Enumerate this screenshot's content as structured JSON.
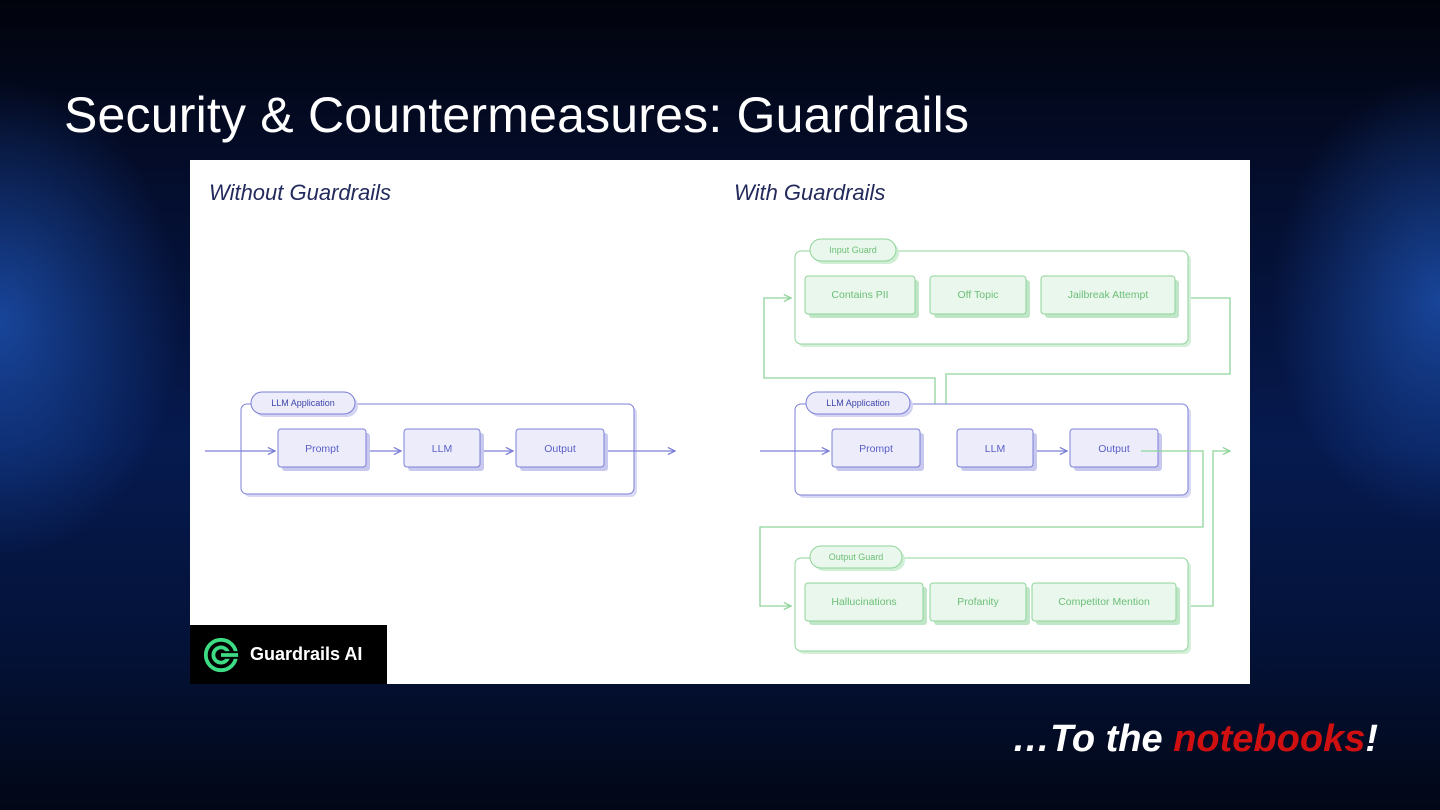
{
  "slide": {
    "title": "Security & Countermeasures: Guardrails",
    "footer": {
      "prefix": "…To the ",
      "highlight": "notebooks",
      "suffix": "!"
    }
  },
  "colors": {
    "app": "#7c7fd6",
    "app_fill": "#ececfb",
    "app_text": "#5a5fc8",
    "guard": "#8fd49a",
    "guard_fill": "#eaf7ec",
    "guard_text": "#6cbf78",
    "heading": "#232a5c",
    "footer_accent": "#d01010"
  },
  "diagram": {
    "without": {
      "heading": "Without Guardrails",
      "app_label": "LLM Application",
      "steps": [
        "Prompt",
        "LLM",
        "Output"
      ]
    },
    "with": {
      "heading": "With Guardrails",
      "input_guard": {
        "label": "Input Guard",
        "checks": [
          "Contains PII",
          "Off Topic",
          "Jailbreak Attempt"
        ]
      },
      "app_label": "LLM Application",
      "steps": [
        "Prompt",
        "LLM",
        "Output"
      ],
      "output_guard": {
        "label": "Output Guard",
        "checks": [
          "Hallucinations",
          "Profanity",
          "Competitor Mention"
        ]
      }
    }
  },
  "logo": {
    "text": "Guardrails AI",
    "icon": "guardrails-g-icon"
  }
}
